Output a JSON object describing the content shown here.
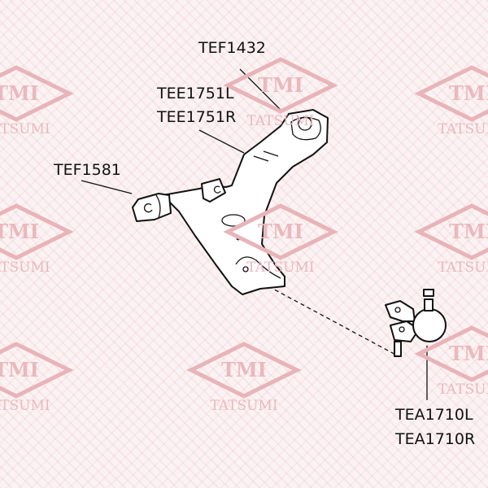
{
  "watermark": {
    "logo": "TMI",
    "brand": "TATSUMI",
    "color": "#e8b4b9"
  },
  "labels": {
    "upper_mount": "TEF1432",
    "arm_left": "TEE1751L",
    "arm_right": "TEE1751R",
    "front_bushing": "TEF1581",
    "ball_joint_left": "TEA1710L",
    "ball_joint_right": "TEA1710R"
  }
}
